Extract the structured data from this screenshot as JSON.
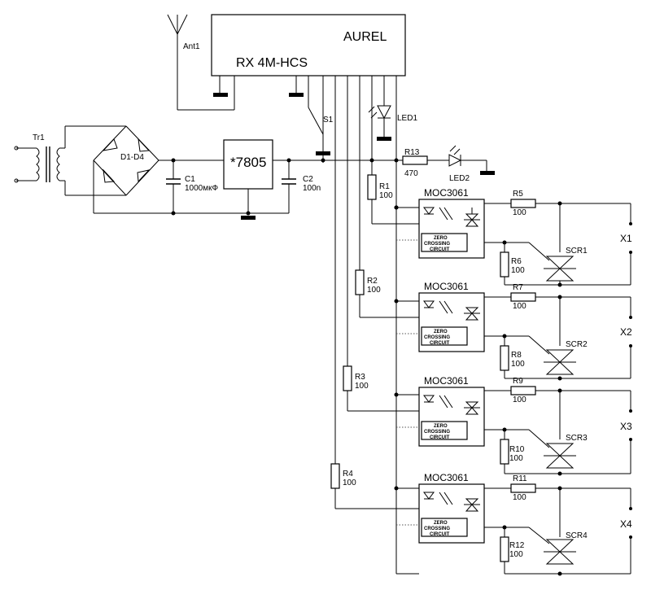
{
  "receiver": {
    "brand": "AUREL",
    "model": "RX 4M-HCS"
  },
  "antenna": {
    "label": "Ant1"
  },
  "transformer": {
    "label": "Tr1"
  },
  "bridge": {
    "label": "D1-D4"
  },
  "capacitors": [
    {
      "ref": "C1",
      "value": "1000мкФ"
    },
    {
      "ref": "C2",
      "value": "100n"
    }
  ],
  "regulator": {
    "label": "*7805"
  },
  "switch": {
    "label": "S1"
  },
  "leds": [
    {
      "ref": "LED1"
    },
    {
      "ref": "LED2"
    }
  ],
  "r13": {
    "ref": "R13",
    "value": "470"
  },
  "channels": [
    {
      "opto": "MOC3061",
      "zc": [
        "ZERO",
        "CROSSING",
        "CIRCUIT"
      ],
      "r_in": "R1",
      "r_in_val": "100",
      "r_g": "R5",
      "r_g_val": "100",
      "r_t": "R6",
      "r_t_val": "100",
      "scr": "SCR1",
      "out": "X1"
    },
    {
      "opto": "MOC3061",
      "zc": [
        "ZERO",
        "CROSSING",
        "CIRCUIT"
      ],
      "r_in": "R2",
      "r_in_val": "100",
      "r_g": "R7",
      "r_g_val": "100",
      "r_t": "R8",
      "r_t_val": "100",
      "scr": "SCR2",
      "out": "X2"
    },
    {
      "opto": "MOC3061",
      "zc": [
        "ZERO",
        "CROSSING",
        "CIRCUIT"
      ],
      "r_in": "R3",
      "r_in_val": "100",
      "r_g": "R9",
      "r_g_val": "100",
      "r_t": "R10",
      "r_t_val": "100",
      "scr": "SCR3",
      "out": "X3"
    },
    {
      "opto": "MOC3061",
      "zc": [
        "ZERO",
        "CROSSING",
        "CIRCUIT"
      ],
      "r_in": "R4",
      "r_in_val": "100",
      "r_g": "R11",
      "r_g_val": "100",
      "r_t": "R12",
      "r_t_val": "100",
      "scr": "SCR4",
      "out": "X4"
    }
  ]
}
